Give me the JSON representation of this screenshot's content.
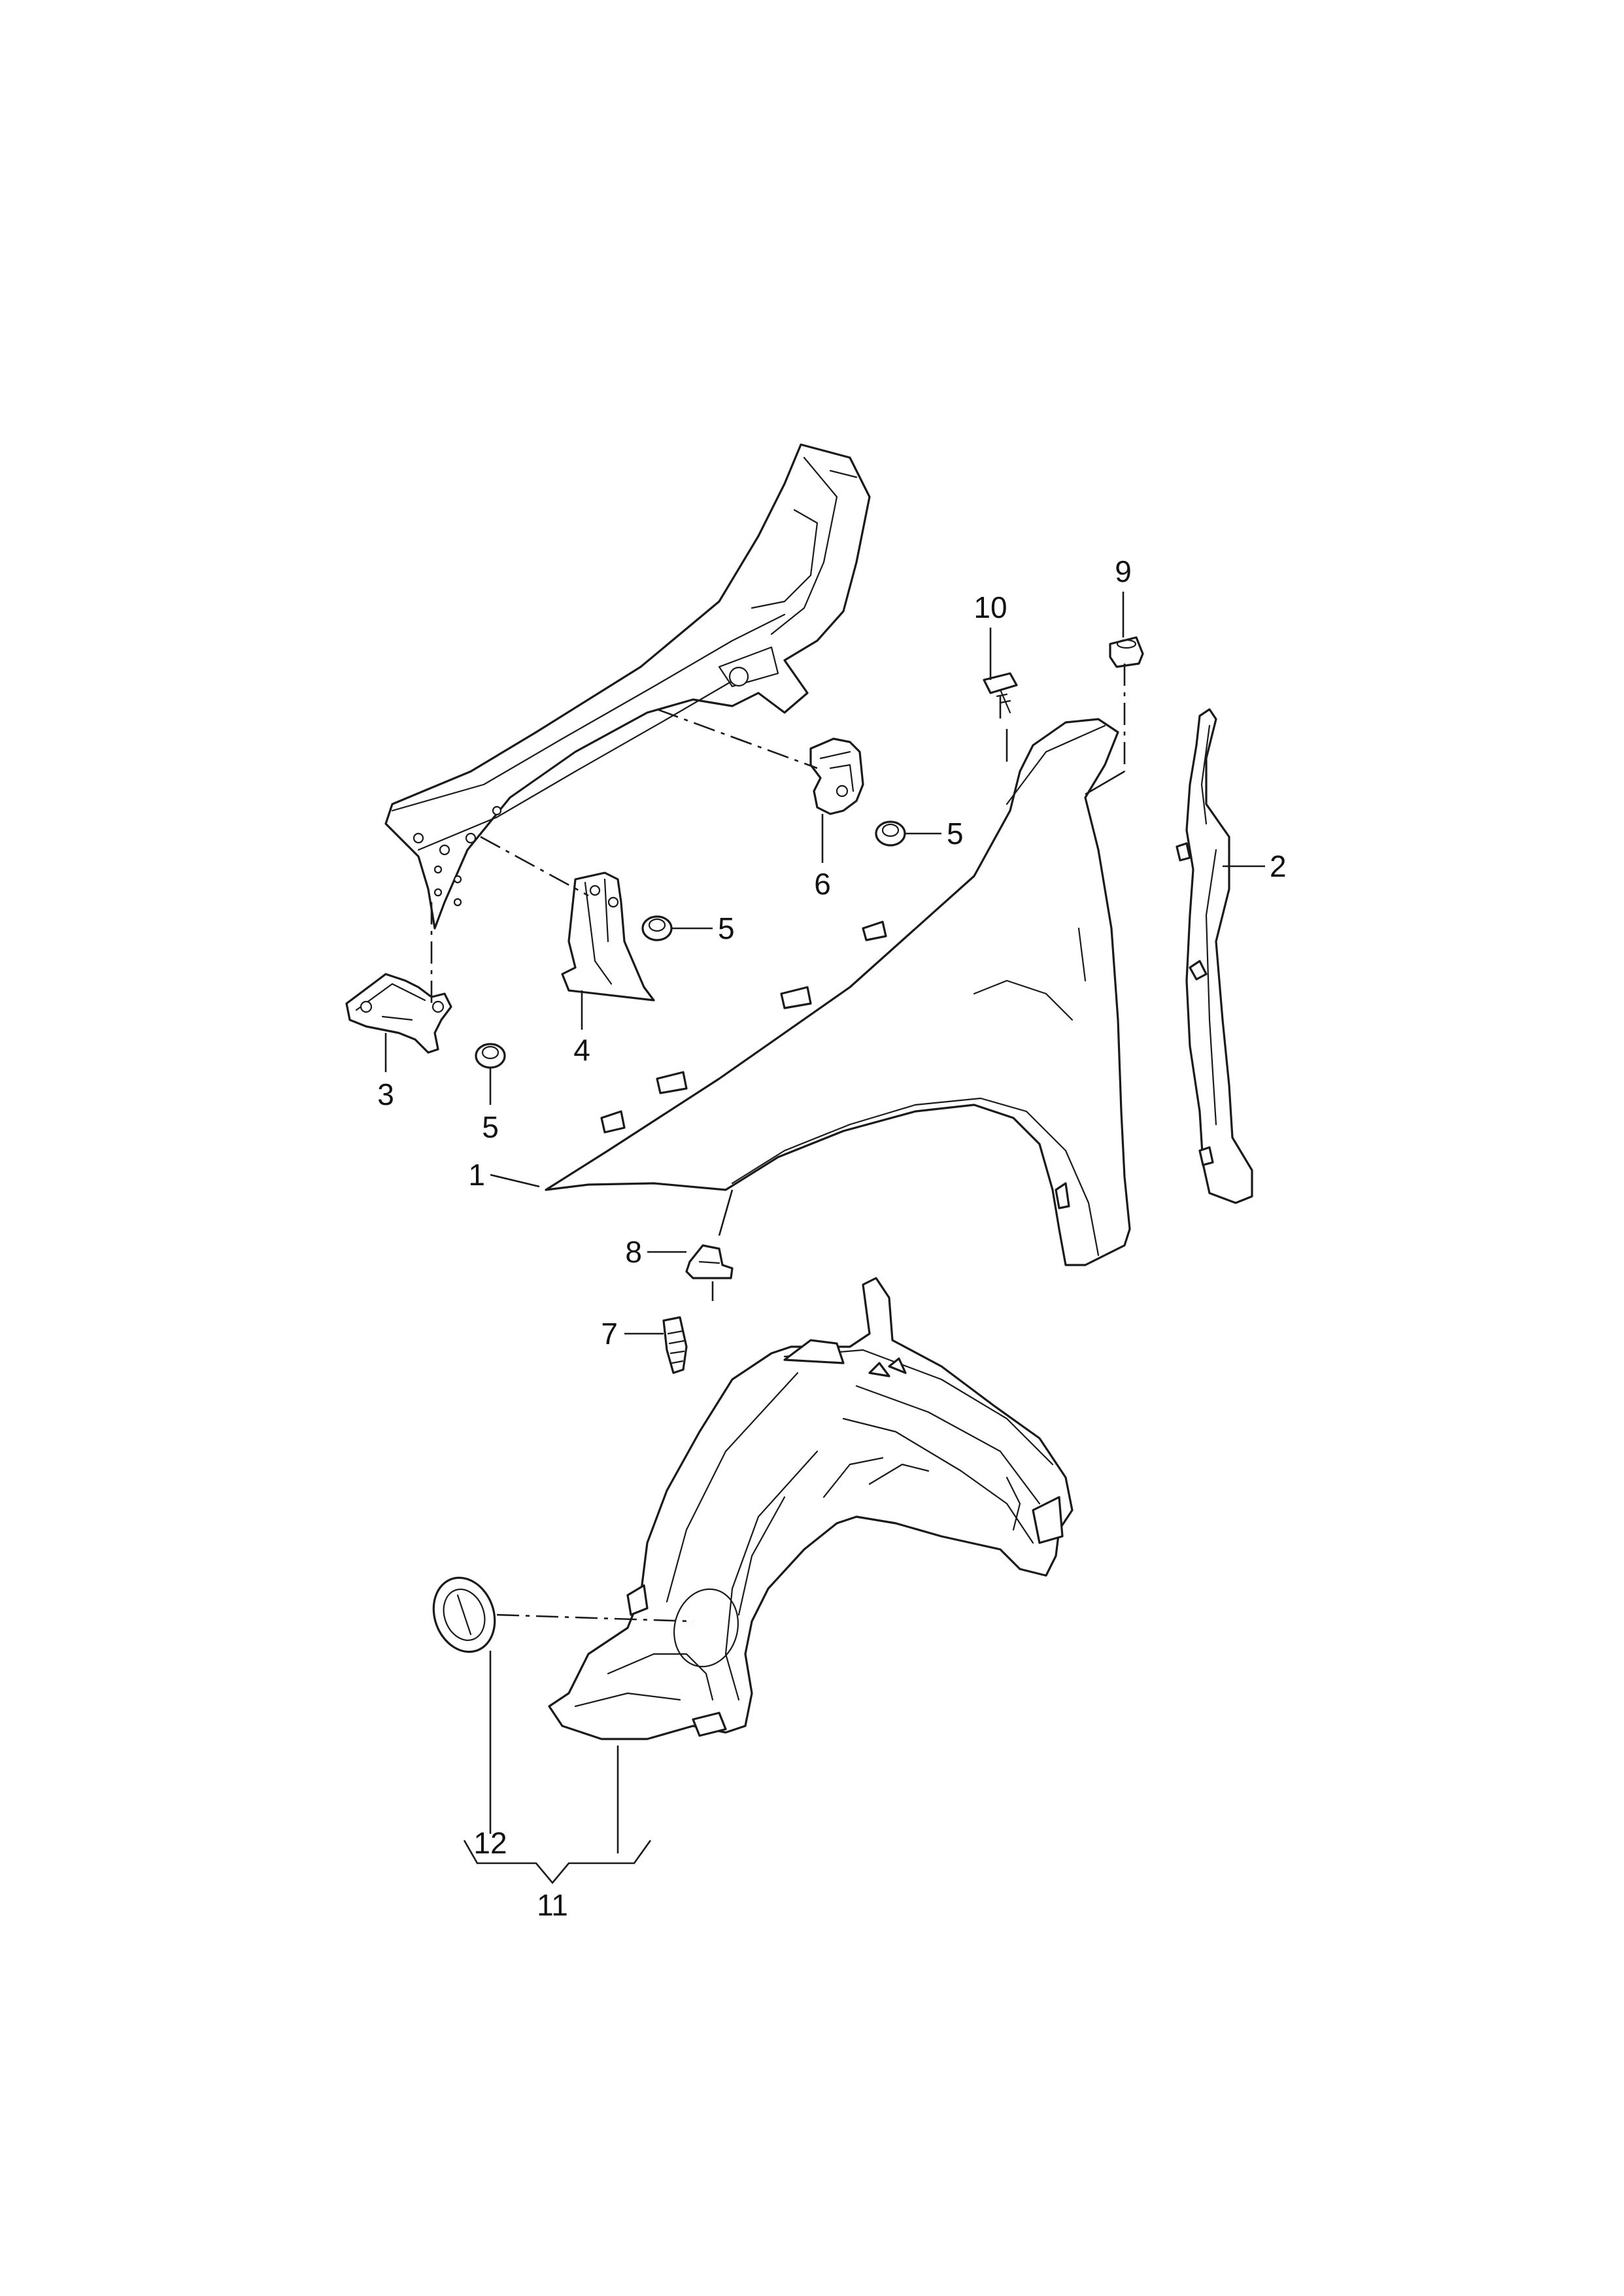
{
  "callouts": {
    "c1": "1",
    "c2": "2",
    "c3": "3",
    "c4": "4",
    "c5a": "5",
    "c5b": "5",
    "c5c": "5",
    "c6": "6",
    "c7": "7",
    "c8": "8",
    "c9": "9",
    "c10": "10",
    "c11": "11",
    "c12": "12"
  }
}
